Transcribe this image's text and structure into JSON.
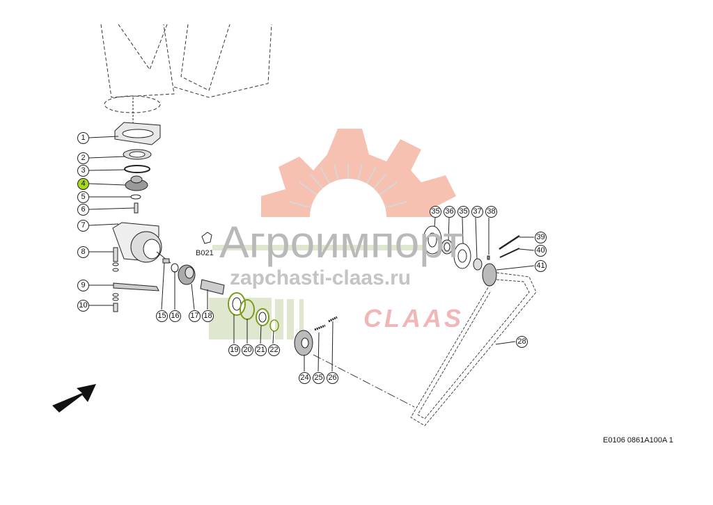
{
  "watermark": {
    "brand": "Агроимпорт",
    "url": "zapchasti-claas.ru",
    "logo": "CLAAS",
    "gear_color": "#f6c1b1",
    "claas_color": "#f1b7b7",
    "bar_color": "#dfe8cf"
  },
  "selected_color": "#a8d81e",
  "callouts": [
    {
      "label": "1"
    },
    {
      "label": "2"
    },
    {
      "label": "3"
    },
    {
      "label": "4",
      "selected": true
    },
    {
      "label": "5"
    },
    {
      "label": "6"
    },
    {
      "label": "7"
    },
    {
      "label": "8"
    },
    {
      "label": "9"
    },
    {
      "label": "10"
    },
    {
      "label": "15"
    },
    {
      "label": "16"
    },
    {
      "label": "17"
    },
    {
      "label": "18"
    },
    {
      "label": "19"
    },
    {
      "label": "20"
    },
    {
      "label": "21"
    },
    {
      "label": "22"
    },
    {
      "label": "24"
    },
    {
      "label": "25"
    },
    {
      "label": "26"
    },
    {
      "label": "28"
    },
    {
      "label": "35"
    },
    {
      "label": "36"
    },
    {
      "label": "35"
    },
    {
      "label": "37"
    },
    {
      "label": "38"
    },
    {
      "label": "39"
    },
    {
      "label": "40"
    },
    {
      "label": "41"
    }
  ],
  "reference_label": "B021",
  "footer_code": "E0106 0861A100A 1"
}
